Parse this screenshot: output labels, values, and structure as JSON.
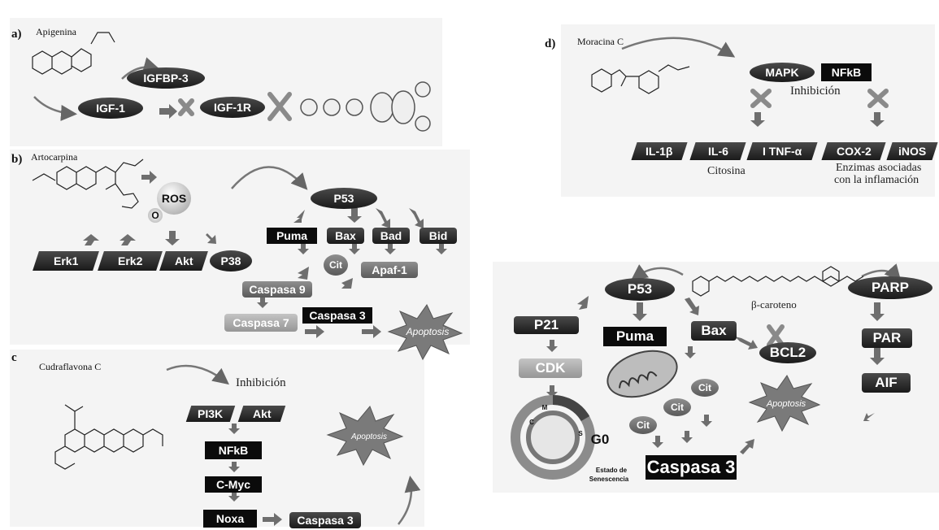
{
  "panels": {
    "a": {
      "label": "a)",
      "compound": "Apigenina",
      "nodes": {
        "igfbp3": "IGFBP-3",
        "igf1": "IGF-1",
        "igf1r": "IGF-1R"
      }
    },
    "b": {
      "label": "b)",
      "compound": "Artocarpina",
      "nodes": {
        "ros": "ROS",
        "o": "O",
        "p53": "P53",
        "erk1": "Erk1",
        "erk2": "Erk2",
        "akt": "Akt",
        "p38": "P38",
        "puma": "Puma",
        "bax": "Bax",
        "bad": "Bad",
        "bid": "Bid",
        "cit": "Cit",
        "apaf1": "Apaf-1",
        "caspasa9": "Caspasa 9",
        "caspasa7": "Caspasa 7",
        "caspasa3": "Caspasa 3",
        "apoptosis": "Apoptosis"
      }
    },
    "c": {
      "label": "c",
      "compound": "Cudraflavona C",
      "inhibition": "Inhibición",
      "nodes": {
        "pi3k": "PI3K",
        "akt": "Akt",
        "nfkb": "NFkB",
        "cmyc": "C-Myc",
        "noxa": "Noxa",
        "caspasa3": "Caspasa 3",
        "apoptosis": "Apoptosis"
      }
    },
    "d": {
      "label": "d)",
      "compound": "Moracina C",
      "inhibition": "Inhibición",
      "nodes": {
        "mapk": "MAPK",
        "nfkb": "NFkB",
        "il1b": "IL-1β",
        "il6": "IL-6",
        "tnfa": "I TNF-α",
        "cox2": "COX-2",
        "inos": "iNOS"
      },
      "citosina": "Citosina",
      "enzimas_line1": "Enzimas asociadas",
      "enzimas_line2": "con la inflamación"
    },
    "e": {
      "compound": "β-caroteno",
      "nodes": {
        "p53": "P53",
        "parp": "PARP",
        "p21": "P21",
        "puma": "Puma",
        "bax": "Bax",
        "bcl2": "BCL2",
        "par": "PAR",
        "cdk": "CDK",
        "aif": "AIF",
        "cit": "Cit",
        "caspasa3": "Caspasa 3",
        "apoptosis": "Apoptosis"
      },
      "g0": "G0",
      "senescencia_line1": "Estado de",
      "senescencia_line2": "Senescencia",
      "cycle": {
        "m": "M",
        "c": "C",
        "s": "S"
      }
    }
  }
}
